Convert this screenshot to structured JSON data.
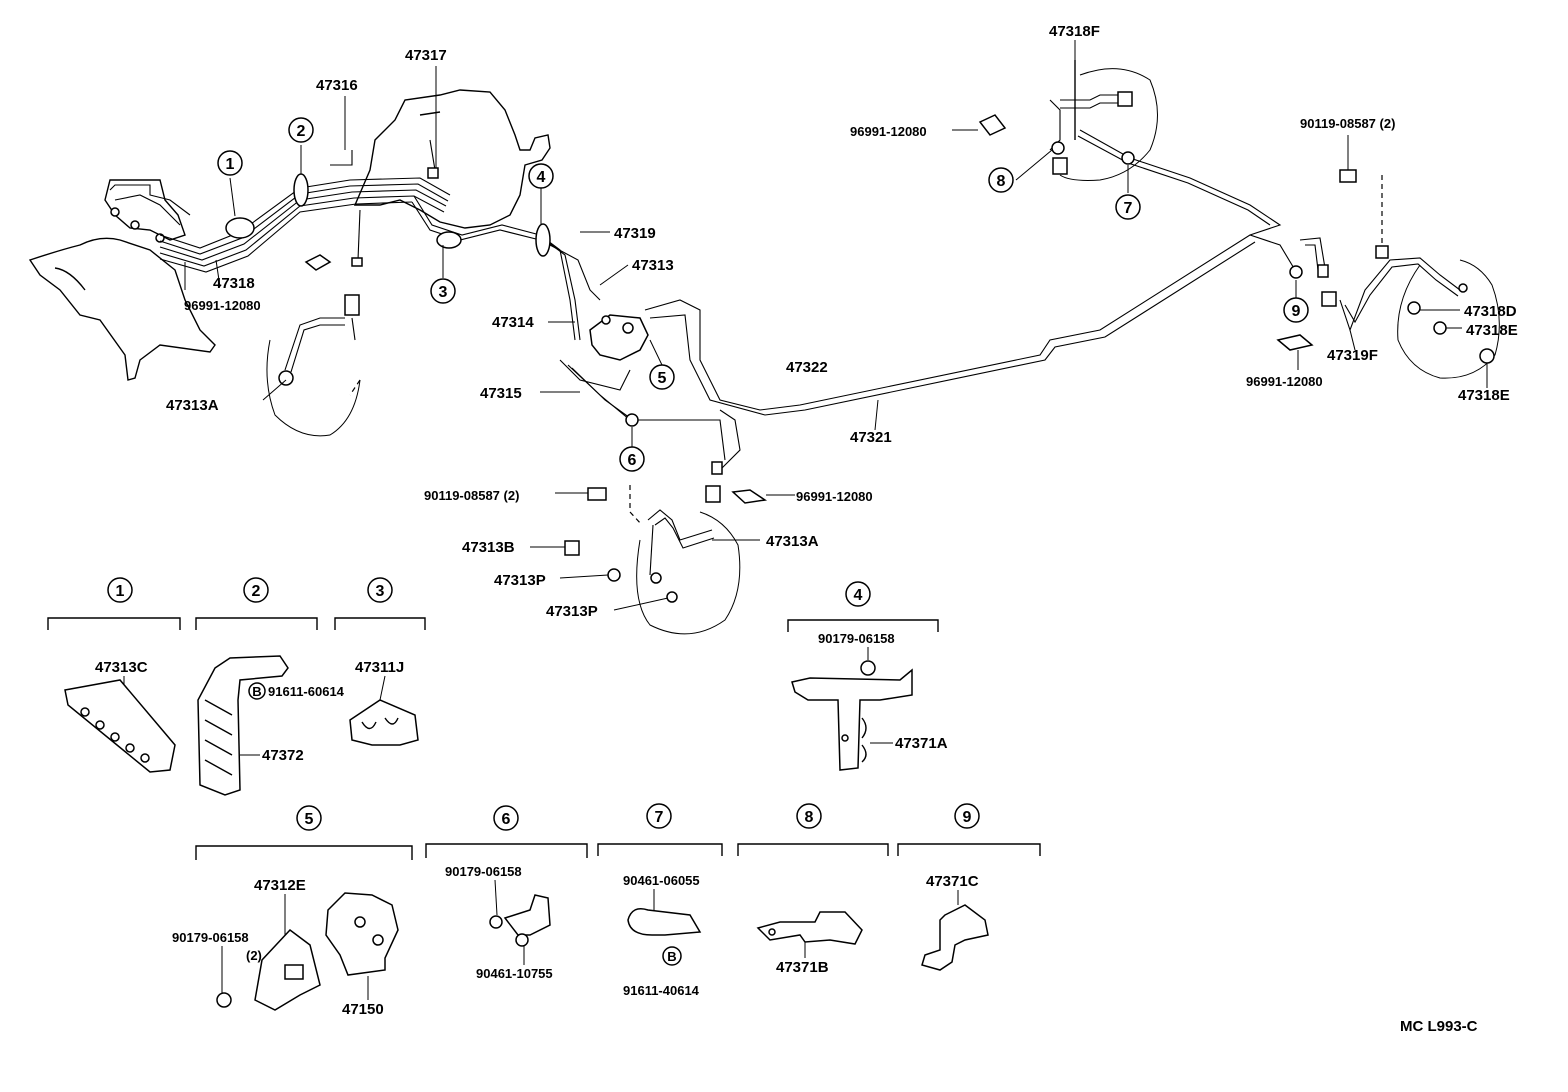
{
  "diagram": {
    "callouts": {
      "c1": "1",
      "c2": "2",
      "c3": "3",
      "c4": "4",
      "c5": "5",
      "c6": "6",
      "c7": "7",
      "c8": "8",
      "c9": "9"
    },
    "labels": {
      "p47317": "47317",
      "p47316": "47316",
      "p47318": "47318",
      "p96991_a": "96991-12080",
      "p47313A_left": "47313A",
      "p47319": "47319",
      "p47313": "47313",
      "p47314": "47314",
      "p47315": "47315",
      "p47322": "47322",
      "p47321": "47321",
      "p90119_mid": "90119-08587 (2)",
      "p96991_mid": "96991-12080",
      "p47313A_mid": "47313A",
      "p47313B": "47313B",
      "p47313P_1": "47313P",
      "p47313P_2": "47313P",
      "p47318F": "47318F",
      "p96991_top": "96991-12080",
      "p90119_right": "90119-08587 (2)",
      "p47318D": "47318D",
      "p47318E_1": "47318E",
      "p47318E_2": "47318E",
      "p47319F": "47319F",
      "p96991_right": "96991-12080"
    },
    "details": {
      "d1_part": "47313C",
      "d2_part_a": "91611-60614",
      "d2_bolt_mark": "B",
      "d2_part_b": "47372",
      "d3_part": "47311J",
      "d4_part_a": "90179-06158",
      "d4_part_b": "47371A",
      "d5_part_a": "47312E",
      "d5_part_b": "90179-06158",
      "d5_qty": "(2)",
      "d5_part_c": "47150",
      "d6_part_a": "90179-06158",
      "d6_part_b": "90461-10755",
      "d7_part_a": "90461-06055",
      "d7_bolt_mark": "B",
      "d7_part_b": "91611-40614",
      "d8_part": "47371B",
      "d9_part": "47371C"
    },
    "footer_code": "MC  L993-C"
  }
}
